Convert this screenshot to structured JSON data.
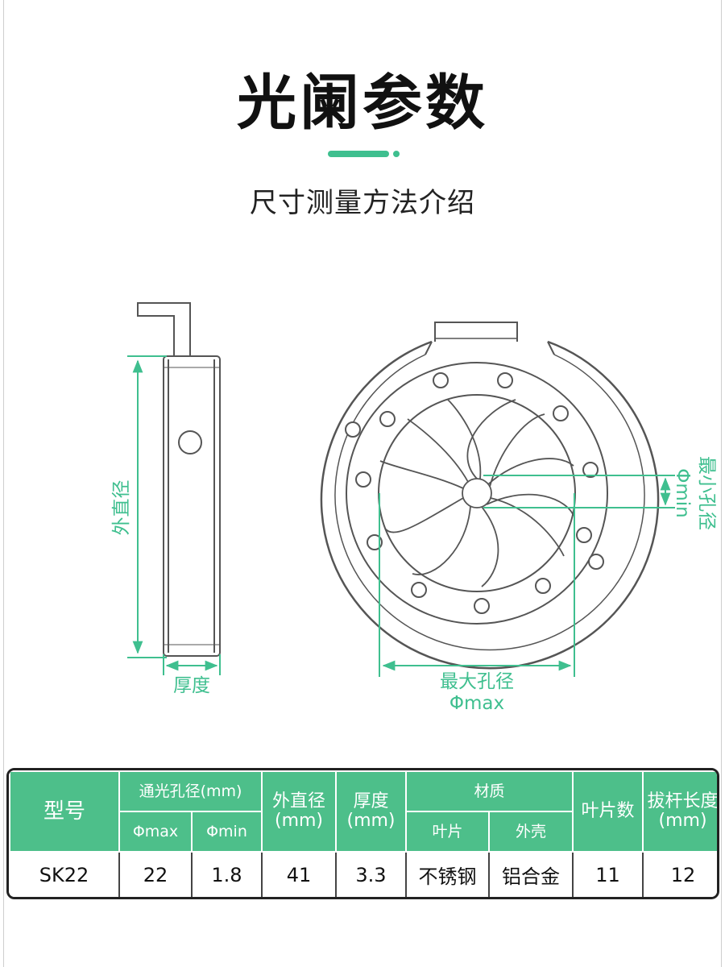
{
  "header": {
    "title": "光阑参数",
    "subtitle": "尺寸测量方法介绍"
  },
  "colors": {
    "accent": "#3fbf8f",
    "table_header": "#4dbf8a",
    "line": "#555555"
  },
  "diagram": {
    "side_view": {
      "outer_diameter_label": "外直径",
      "thickness_label": "厚度"
    },
    "front_view": {
      "min_aperture_label": "最小孔径",
      "min_aperture_symbol": "Φmin",
      "max_aperture_label": "最大孔径",
      "max_aperture_symbol": "Φmax"
    }
  },
  "table": {
    "headers": {
      "model": "型号",
      "clear_aperture": "通光孔径(mm)",
      "phi_max": "Φmax",
      "phi_min": "Φmin",
      "outer_diameter": "外直径",
      "outer_diameter_unit": "(mm)",
      "thickness": "厚度",
      "thickness_unit": "(mm)",
      "material": "材质",
      "blade": "叶片",
      "housing": "外壳",
      "blade_count": "叶片数",
      "lever_length": "拔杆长度",
      "lever_length_unit": "(mm)"
    },
    "row": {
      "model": "SK22",
      "phi_max": "22",
      "phi_min": "1.8",
      "outer_diameter": "41",
      "thickness": "3.3",
      "blade": "不锈钢",
      "housing": "铝合金",
      "blade_count": "11",
      "lever_length": "12"
    }
  }
}
